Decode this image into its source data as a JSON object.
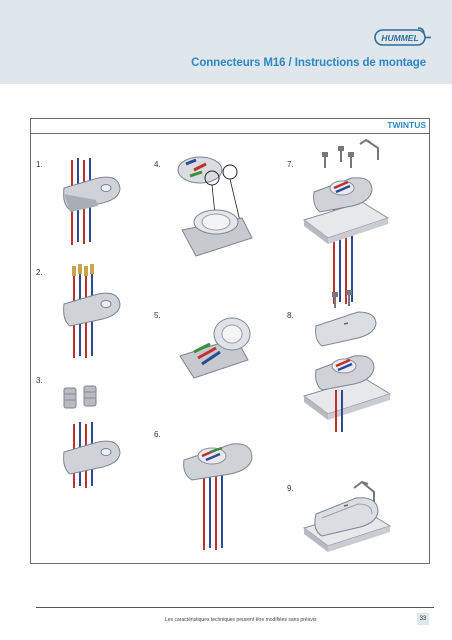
{
  "header": {
    "title": "Connecteurs M16 / Instructions de montage",
    "logo_text": "HUMMEL",
    "band_color": "#dfe6ec",
    "accent_color": "#2d88c6"
  },
  "section": {
    "label": "TWINTUS"
  },
  "steps": [
    {
      "label": "1."
    },
    {
      "label": "2."
    },
    {
      "label": "3."
    },
    {
      "label": "4."
    },
    {
      "label": "5."
    },
    {
      "label": "6."
    },
    {
      "label": "7."
    },
    {
      "label": "8."
    },
    {
      "label": "9."
    }
  ],
  "footer": {
    "note": "Les caractéristiques techniques peuvent être modifiées sans préavis",
    "page_number": "33"
  }
}
